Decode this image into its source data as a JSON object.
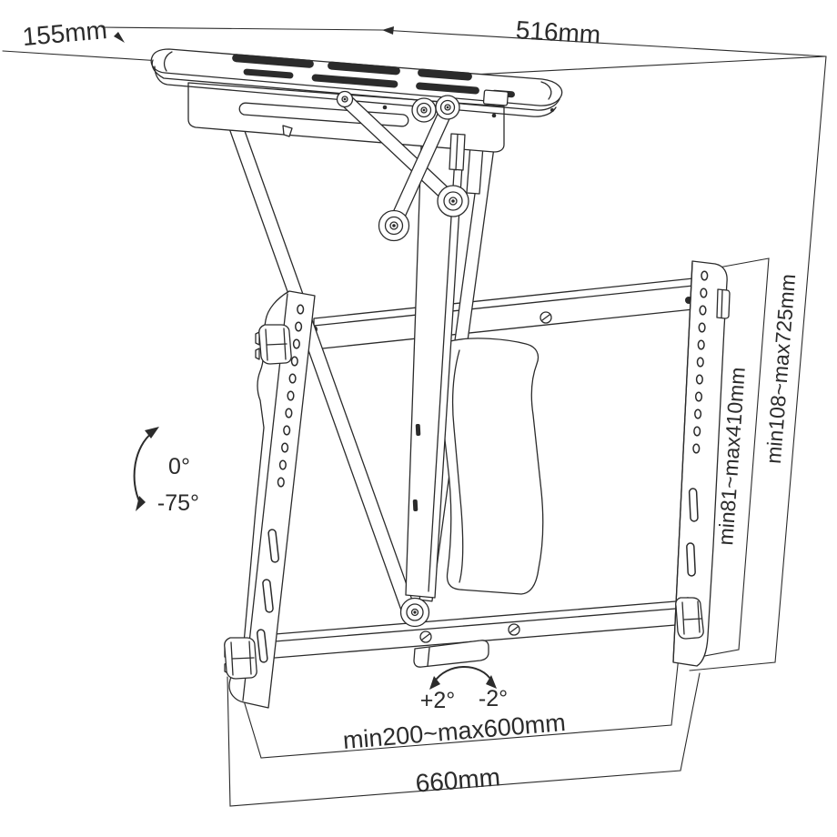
{
  "diagram": {
    "title": "Motorized ceiling TV mount dimensional drawing",
    "background": "#ffffff",
    "line_color": "#2b2b2b",
    "labels": {
      "plate_depth": "155mm",
      "plate_width": "516mm",
      "drop_range": "min108~max725mm",
      "bracket_range": "min81~max410mm",
      "fold_angle_start": "0°",
      "fold_angle_end": "-75°",
      "tilt_up": "+2°",
      "tilt_down": "-2°",
      "mount_span": "min200~max600mm",
      "bracket_width": "660mm"
    }
  }
}
